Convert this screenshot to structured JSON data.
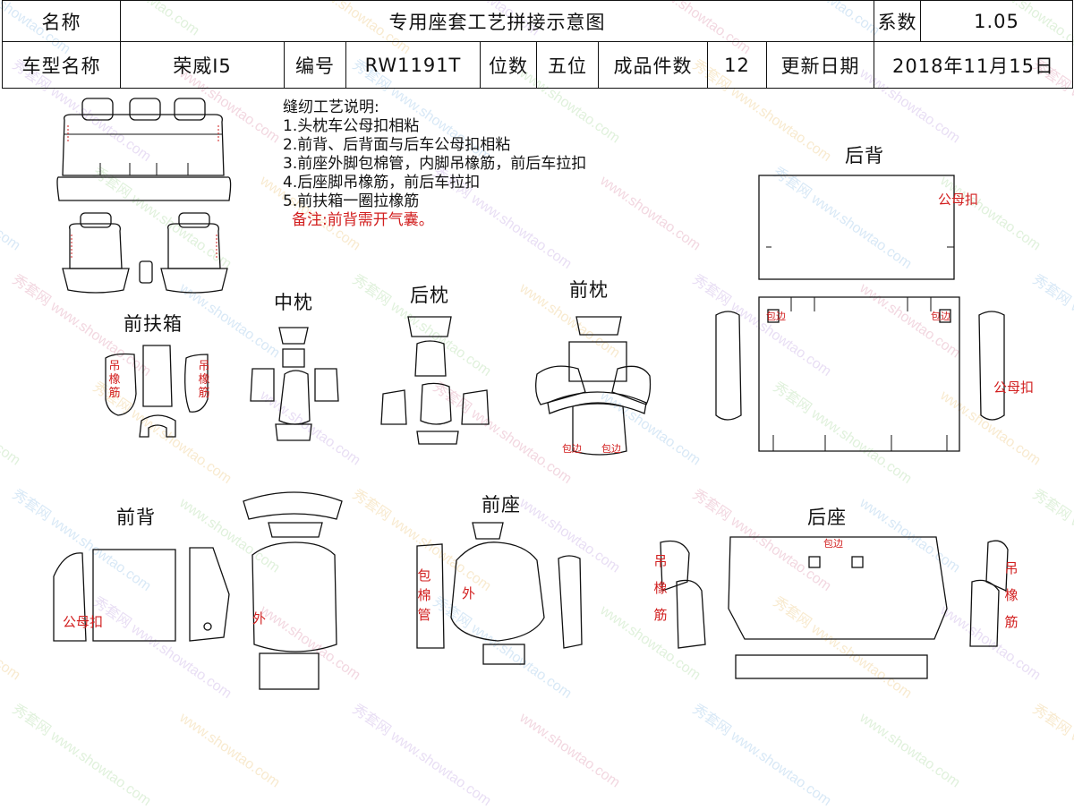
{
  "header": {
    "name_label": "名称",
    "title": "专用座套工艺拼接示意图",
    "coef_label": "系数",
    "coef_value": "1.05",
    "model_label": "车型名称",
    "model_value": "荣威I5",
    "code_label": "编号",
    "code_value": "RW1191T",
    "seats_label": "位数",
    "seats_value": "五位",
    "pieces_label": "成品件数",
    "pieces_value": "12",
    "update_label": "更新日期",
    "update_value": "2018年11月15日"
  },
  "notes": {
    "heading": "缝纫工艺说明:",
    "items": [
      "1.头枕车公母扣相粘",
      "2.前背、后背面与后车公母扣相粘",
      "3.前座外脚包棉管，内脚吊橡筋，前后车拉扣",
      "4.后座脚吊橡筋，前后车拉扣",
      "5.前扶箱一圈拉橡筋"
    ],
    "remark": "备注:前背需开气囊。"
  },
  "sections": {
    "front_armrest": "前扶箱",
    "middle_pillow": "中枕",
    "rear_pillow": "后枕",
    "front_pillow": "前枕",
    "rear_back": "后背",
    "front_back": "前背",
    "front_seat": "前座",
    "rear_seat": "后座"
  },
  "annotations": {
    "snap": "公母扣",
    "elastic": "吊橡筋",
    "binding": "包边",
    "outer": "外",
    "cotton_tube": "包棉管"
  },
  "watermark": {
    "site": "www.showtao.com",
    "brand": "秀套网"
  },
  "colors": {
    "annotation": "#d21f1f",
    "outline": "#111111"
  }
}
